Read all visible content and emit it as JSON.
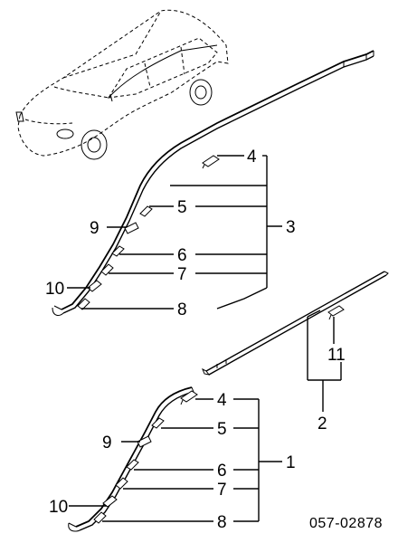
{
  "diagram": {
    "part_code": "057-02878",
    "upper_group": {
      "labels": {
        "n4": "4",
        "n5": "5",
        "n9": "9",
        "n3": "3",
        "n6": "6",
        "n7": "7",
        "n10": "10",
        "n8": "8"
      }
    },
    "side_group": {
      "labels": {
        "n11": "11",
        "n2": "2"
      }
    },
    "lower_group": {
      "labels": {
        "n4": "4",
        "n5": "5",
        "n9": "9",
        "n1": "1",
        "n6": "6",
        "n7": "7",
        "n10": "10",
        "n8": "8"
      }
    }
  }
}
